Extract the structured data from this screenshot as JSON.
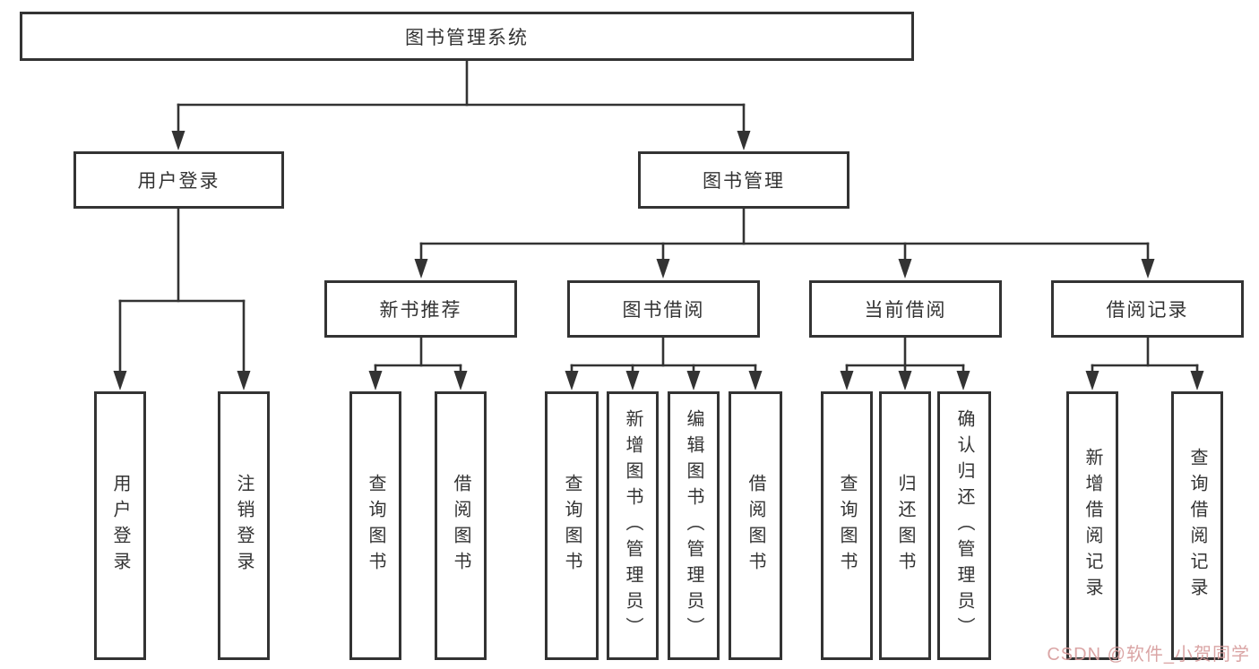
{
  "diagram_title": "图书管理系统",
  "nodes": {
    "root": {
      "label": "图书管理系统"
    },
    "level2": [
      {
        "id": "user-login",
        "label": "用户登录"
      },
      {
        "id": "book-management",
        "label": "图书管理"
      }
    ],
    "groups": [
      {
        "id": "new-book-recommend",
        "label": "新书推荐"
      },
      {
        "id": "book-borrow",
        "label": "图书借阅"
      },
      {
        "id": "current-borrow",
        "label": "当前借阅"
      },
      {
        "id": "borrow-records",
        "label": "借阅记录"
      }
    ],
    "leaves": [
      {
        "parent": "user-login",
        "label": "用户登录"
      },
      {
        "parent": "user-login",
        "label": "注销登录"
      },
      {
        "parent": "new-book-recommend",
        "label": "查询图书"
      },
      {
        "parent": "new-book-recommend",
        "label": "借阅图书"
      },
      {
        "parent": "book-borrow",
        "label": "查询图书"
      },
      {
        "parent": "book-borrow",
        "label": "新增图书（管理员）"
      },
      {
        "parent": "book-borrow",
        "label": "编辑图书（管理员）"
      },
      {
        "parent": "book-borrow",
        "label": "借阅图书"
      },
      {
        "parent": "current-borrow",
        "label": "查询图书"
      },
      {
        "parent": "current-borrow",
        "label": "归还图书"
      },
      {
        "parent": "current-borrow",
        "label": "确认归还（管理员）"
      },
      {
        "parent": "borrow-records",
        "label": "新增借阅记录"
      },
      {
        "parent": "borrow-records",
        "label": "查询借阅记录"
      }
    ]
  },
  "watermark": {
    "text": "CSDN @软件_小贺同学",
    "color": "#D79C9C"
  },
  "colors": {
    "line": "#333333",
    "box_border": "#333333",
    "background": "#FFFFFF",
    "text": "#333333"
  }
}
